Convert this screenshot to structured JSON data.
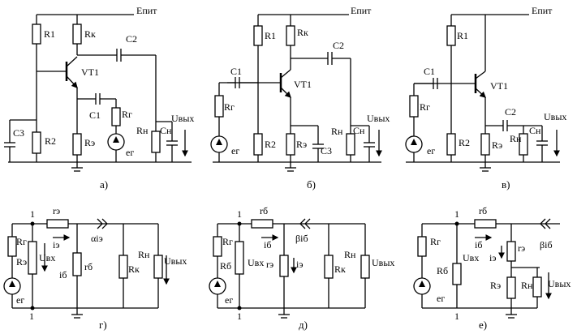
{
  "circuit_a": {
    "epit": "Eпит",
    "r1": "R1",
    "rk": "Rк",
    "c2": "C2",
    "vt1": "VT1",
    "c1": "C1",
    "rg": "Rг",
    "rn": "Rн",
    "cn": "Cн",
    "uvyh": "Uвых",
    "c3": "C3",
    "r2": "R2",
    "re": "Rэ",
    "eg": "eг",
    "caption": "а)"
  },
  "circuit_b": {
    "epit": "Eпит",
    "r1": "R1",
    "rk": "Rк",
    "c2": "C2",
    "vt1": "VT1",
    "c1": "C1",
    "rg": "Rг",
    "rn": "Rн",
    "cn": "Cн",
    "uvyh": "Uвых",
    "eg": "eг",
    "r2": "R2",
    "re": "Rэ",
    "c3": "C3",
    "caption": "б)"
  },
  "circuit_v": {
    "epit": "Eпит",
    "r1": "R1",
    "c1": "C1",
    "vt1": "VT1",
    "rg": "Rг",
    "c2": "C2",
    "uvyh": "Uвых",
    "eg": "eг",
    "r2": "R2",
    "re": "Rэ",
    "rn": "Rн",
    "cn": "Cн",
    "caption": "в)"
  },
  "circuit_g": {
    "node1_top": "1",
    "re_small": "rэ",
    "source": "αiэ",
    "rg": "Rг",
    "ie": "iэ",
    "re": "Rэ",
    "uvh": "Uвх",
    "ib": "iб",
    "rb": "rб",
    "rk": "Rк",
    "rn": "Rн",
    "uvyh": "Uвых",
    "eg": "eг",
    "node1_bottom": "1",
    "caption": "г)"
  },
  "circuit_d": {
    "node1_top": "1",
    "rb_small": "rб",
    "source": "βiб",
    "rg": "Rг",
    "ib": "iб",
    "rb": "Rб",
    "uvh": "Uвх",
    "re_small": "rэ",
    "ie": "iэ",
    "rk": "Rк",
    "rn": "Rн",
    "uvyh": "Uвых",
    "eg": "eг",
    "node1_bottom": "1",
    "caption": "д)"
  },
  "circuit_e": {
    "node1_top": "1",
    "rb_small": "rб",
    "source": "βiб",
    "rg": "Rг",
    "ib": "iб",
    "ie": "iэ",
    "re_small": "rэ",
    "rb": "Rб",
    "uvh": "Uвх",
    "re": "Rэ",
    "rn": "Rн",
    "uvyh": "Uвых",
    "eg": "eг",
    "node1_bottom": "1",
    "caption": "е)"
  }
}
